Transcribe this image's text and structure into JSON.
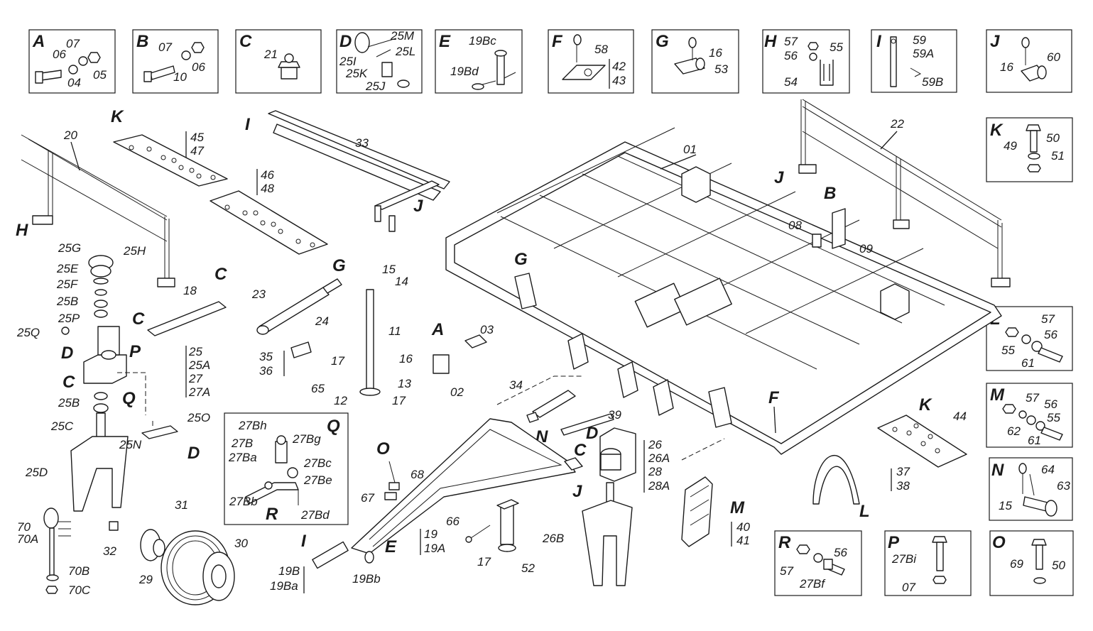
{
  "detail_boxes": [
    {
      "letter": "A",
      "parts": [
        "07",
        "06",
        "05",
        "04"
      ]
    },
    {
      "letter": "B",
      "parts": [
        "07",
        "06",
        "10"
      ]
    },
    {
      "letter": "C",
      "parts": [
        "21"
      ]
    },
    {
      "letter": "D",
      "parts": [
        "25M",
        "25L",
        "25I",
        "25K",
        "25J"
      ]
    },
    {
      "letter": "E",
      "parts": [
        "19Bc",
        "19Bd"
      ]
    },
    {
      "letter": "F",
      "parts": [
        "58",
        "42",
        "43"
      ]
    },
    {
      "letter": "G",
      "parts": [
        "16",
        "53"
      ]
    },
    {
      "letter": "H",
      "parts": [
        "57",
        "55",
        "56",
        "54"
      ]
    },
    {
      "letter": "I",
      "parts": [
        "59",
        "59A",
        "59B"
      ]
    },
    {
      "letter": "J",
      "parts": [
        "60",
        "16"
      ]
    },
    {
      "letter": "K",
      "parts": [
        "49",
        "50",
        "51"
      ]
    },
    {
      "letter": "L",
      "parts": [
        "57",
        "56",
        "55",
        "61"
      ]
    },
    {
      "letter": "M",
      "parts": [
        "57",
        "56",
        "55",
        "62",
        "61"
      ]
    },
    {
      "letter": "N",
      "parts": [
        "64",
        "63",
        "15"
      ]
    },
    {
      "letter": "O",
      "parts": [
        "69",
        "50"
      ]
    },
    {
      "letter": "P",
      "parts": [
        "27Bi",
        "07"
      ]
    },
    {
      "letter": "Q",
      "parts": [
        "27Bh",
        "27Bg",
        "27B",
        "27Ba",
        "27Bc",
        "27Be",
        "27Bb",
        "27Bd",
        "R"
      ]
    },
    {
      "letter": "R",
      "parts": [
        "56",
        "57",
        "27Bf"
      ]
    }
  ],
  "callouts": {
    "main_frame": [
      "01",
      "08",
      "09",
      "B",
      "G",
      "F",
      "M",
      "K",
      "44",
      "L",
      "37",
      "38",
      "40",
      "41",
      "26",
      "26A",
      "28",
      "28A",
      "26B",
      "D",
      "C",
      "J"
    ],
    "railings": [
      "20",
      "22",
      "H",
      "J"
    ],
    "platforms": [
      "45",
      "47",
      "46",
      "48",
      "K"
    ],
    "drawbar": [
      "33",
      "I",
      "J"
    ],
    "wheel_assembly": [
      "25G",
      "25H",
      "25E",
      "25F",
      "25B",
      "25P",
      "25Q",
      "25",
      "25A",
      "27",
      "27A",
      "D",
      "P",
      "C",
      "Q",
      "25B",
      "25C",
      "25N",
      "25O",
      "D",
      "25D",
      "31",
      "30",
      "29",
      "32",
      "70",
      "70A",
      "70B",
      "70C"
    ],
    "misc": [
      "18",
      "C",
      "23",
      "24",
      "G",
      "35",
      "36",
      "17",
      "65",
      "15",
      "14",
      "11",
      "16",
      "13",
      "12",
      "17",
      "A",
      "03",
      "02",
      "34",
      "N",
      "39"
    ],
    "hitch": [
      "19",
      "19A",
      "19B",
      "19Ba",
      "19Bb",
      "E",
      "O",
      "68",
      "67",
      "I",
      "66",
      "17",
      "52"
    ]
  }
}
